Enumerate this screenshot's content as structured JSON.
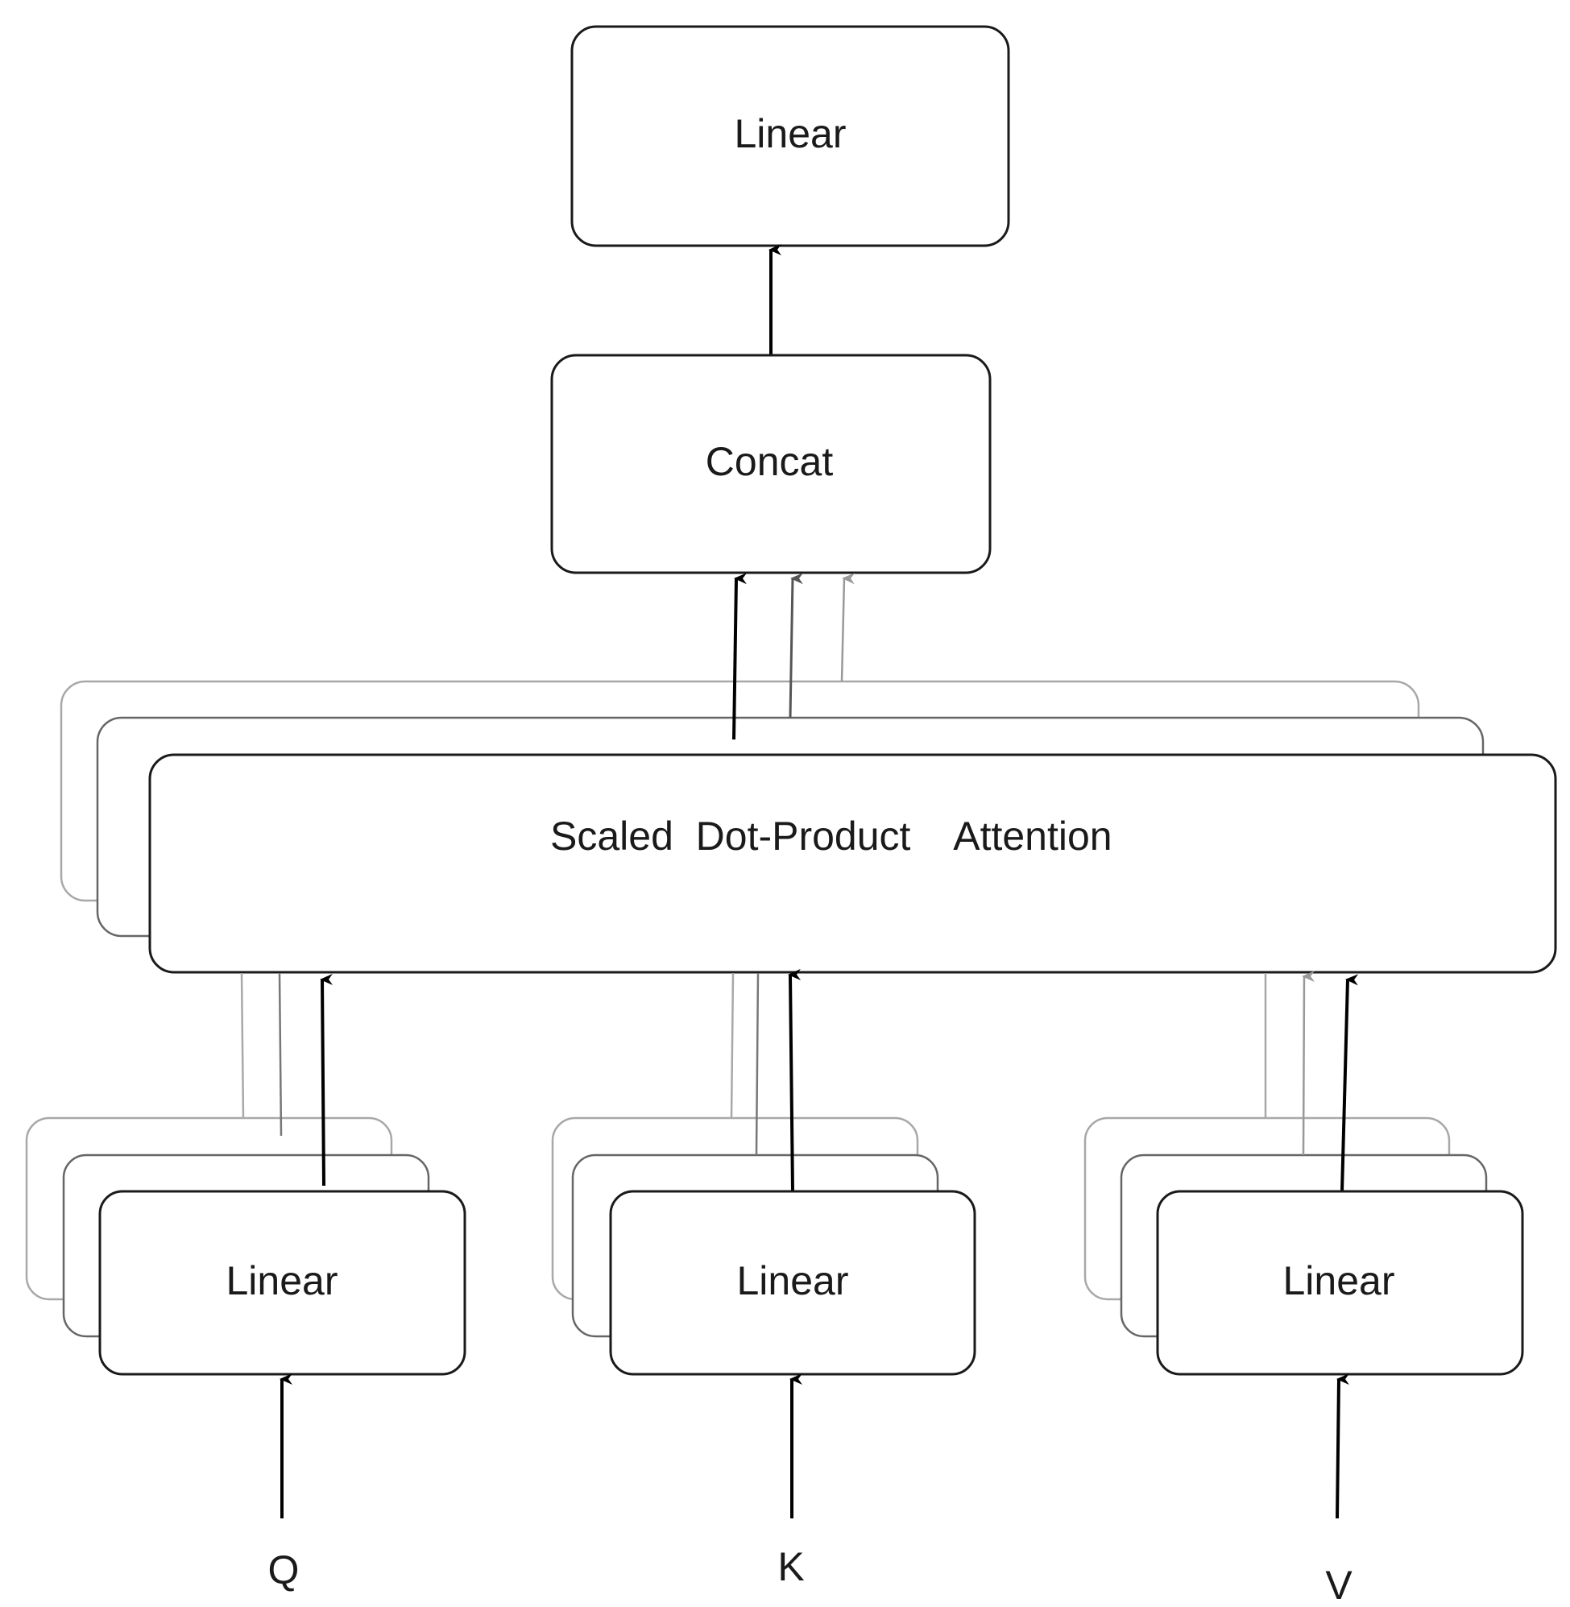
{
  "nodes": {
    "output_linear": "Linear",
    "concat": "Concat",
    "attention": "Scaled  Dot-Product    Attention",
    "q_linear": "Linear",
    "k_linear": "Linear",
    "v_linear": "Linear"
  },
  "inputs": {
    "q": "Q",
    "k": "K",
    "v": "V"
  }
}
